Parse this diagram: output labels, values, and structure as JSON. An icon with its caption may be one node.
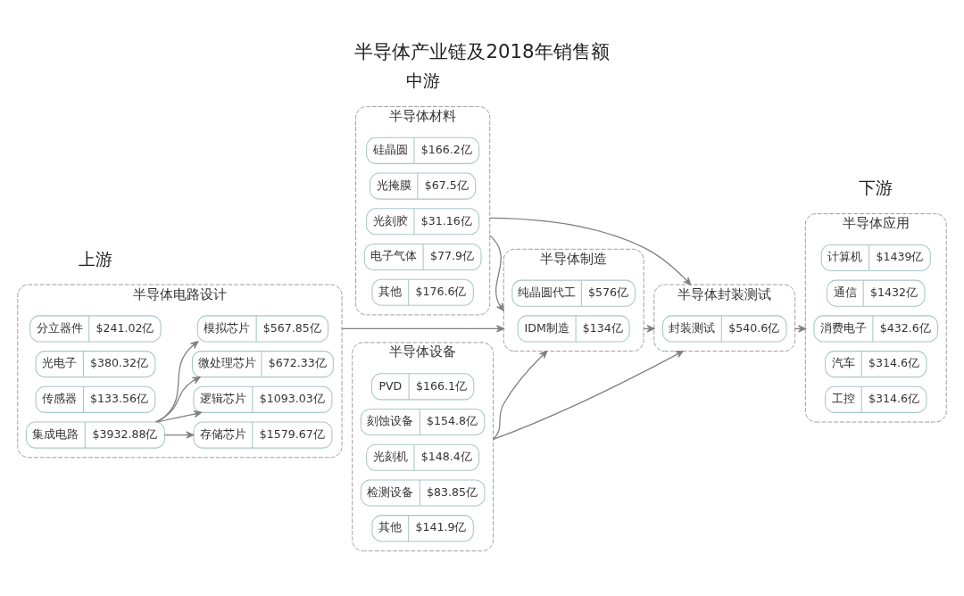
{
  "diagram": {
    "title": "半导体产业链及2018年销售额",
    "nodes": [
      {
        "text": [
          "半导体电路设计"
        ]
      },
      {
        "text": [
          "分立器件",
          "$241.02亿"
        ],
        "in": 0
      },
      {
        "text": [
          "光电子",
          "$380.32亿"
        ],
        "in": 0
      },
      {
        "text": [
          "传感器",
          "$133.56亿"
        ],
        "in": 0
      },
      {
        "text": [
          "集成电路",
          "$3932.88亿"
        ],
        "in": 0
      },
      {
        "text": [
          "模拟芯片",
          "$567.85亿"
        ],
        "in": 0
      },
      {
        "text": [
          "微处理芯片",
          "$672.33亿"
        ],
        "in": 0
      },
      {
        "text": [
          "逻辑芯片",
          "$1093.03亿"
        ],
        "in": 0
      },
      {
        "text": [
          "存储芯片",
          "$1579.67亿"
        ],
        "in": 0
      },
      {
        "text": [
          "半导体材料"
        ]
      },
      {
        "text": [
          "硅晶圆",
          "$166.2亿"
        ],
        "in": 9
      },
      {
        "text": [
          "光掩膜",
          "$67.5亿"
        ],
        "in": 9
      },
      {
        "text": [
          "光刻胶",
          "$31.16亿"
        ],
        "in": 9
      },
      {
        "text": [
          "电子气体",
          "$77.9亿"
        ],
        "in": 9
      },
      {
        "text": [
          "其他",
          "$176.6亿"
        ],
        "in": 9
      },
      {
        "text": [
          "半导体制造"
        ]
      },
      {
        "text": [
          "纯晶圆代工",
          "$576亿"
        ],
        "in": 15
      },
      {
        "text": [
          "IDM制造",
          "$134亿"
        ],
        "in": 15
      },
      {
        "text": [
          "半导体封装测试"
        ]
      },
      {
        "text": [
          "封装测试",
          "$540.6亿"
        ],
        "in": 18
      },
      {
        "text": [
          "半导体设备"
        ]
      },
      {
        "text": [
          "PVD",
          "$166.1亿"
        ],
        "in": 20
      },
      {
        "text": [
          "刻蚀设备",
          "$154.8亿"
        ],
        "in": 20
      },
      {
        "text": [
          "光刻机",
          "$148.4亿"
        ],
        "in": 20
      },
      {
        "text": [
          "检测设备",
          "$83.85亿"
        ],
        "in": 20
      },
      {
        "text": [
          "其他",
          "$141.9亿"
        ],
        "in": 20
      },
      {
        "text": [
          "半导体应用"
        ]
      },
      {
        "text": [
          "计算机",
          "$1439亿"
        ],
        "in": 26
      },
      {
        "text": [
          "通信",
          "$1432亿"
        ],
        "in": 26
      },
      {
        "text": [
          "消费电子",
          "$432.6亿"
        ],
        "in": 26
      },
      {
        "text": [
          "汽车",
          "$314.6亿"
        ],
        "in": 26
      },
      {
        "text": [
          "工控",
          "$314.6亿"
        ],
        "in": 26
      }
    ],
    "edges": [
      {
        "from": 4,
        "to": 5,
        "arrow": "to"
      },
      {
        "from": 4,
        "to": 6,
        "arrow": "to"
      },
      {
        "from": 4,
        "to": 7,
        "arrow": "to"
      },
      {
        "from": 4,
        "to": 8,
        "arrow": "to"
      },
      {
        "from": 0,
        "to": 15,
        "arrow": "to"
      },
      {
        "from": 15,
        "to": 18,
        "arrow": "to"
      },
      {
        "from": 18,
        "to": 26,
        "arrow": "to"
      },
      {
        "from": 9,
        "to": 15,
        "arrow": "to"
      },
      {
        "from": 9,
        "to": 18,
        "arrow": "to"
      },
      {
        "from": 20,
        "to": 15,
        "arrow": "to"
      },
      {
        "from": 20,
        "to": 18,
        "arrow": "to"
      }
    ],
    "labels": [
      "上游",
      "中游",
      "下游"
    ]
  }
}
